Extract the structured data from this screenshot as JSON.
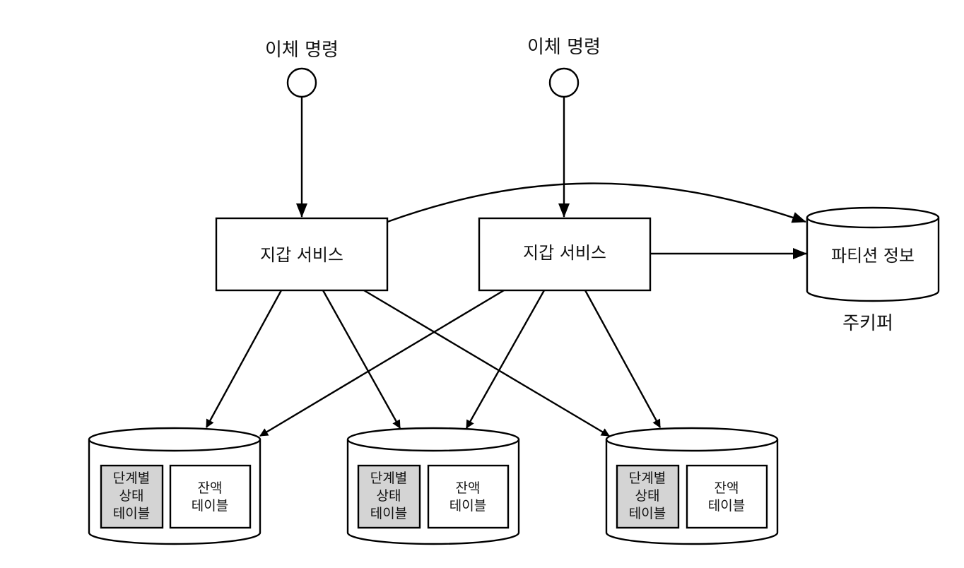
{
  "diagram": {
    "inputs": [
      {
        "label": "이체 명령"
      },
      {
        "label": "이체 명령"
      }
    ],
    "services": [
      {
        "label": "지갑 서비스"
      },
      {
        "label": "지갑 서비스"
      }
    ],
    "zookeeper": {
      "store_label": "파티션 정보",
      "caption": "주키퍼"
    },
    "databases": [
      {
        "state_table": [
          "단계별",
          "상태",
          "테이블"
        ],
        "balance_table": [
          "잔액",
          "테이블"
        ]
      },
      {
        "state_table": [
          "단계별",
          "상태",
          "테이블"
        ],
        "balance_table": [
          "잔액",
          "테이블"
        ]
      },
      {
        "state_table": [
          "단계별",
          "상태",
          "테이블"
        ],
        "balance_table": [
          "잔액",
          "테이블"
        ]
      }
    ],
    "edges": [
      {
        "from": "input-1",
        "to": "service-1"
      },
      {
        "from": "input-2",
        "to": "service-2"
      },
      {
        "from": "service-1",
        "to": "zookeeper"
      },
      {
        "from": "service-2",
        "to": "zookeeper"
      },
      {
        "from": "service-1",
        "to": "database-1"
      },
      {
        "from": "service-1",
        "to": "database-2"
      },
      {
        "from": "service-1",
        "to": "database-3"
      },
      {
        "from": "service-2",
        "to": "database-1"
      },
      {
        "from": "service-2",
        "to": "database-2"
      },
      {
        "from": "service-2",
        "to": "database-3"
      }
    ],
    "colors": {
      "line": "#000000",
      "state_table_fill": "#d4d4d4",
      "background": "#ffffff"
    }
  }
}
